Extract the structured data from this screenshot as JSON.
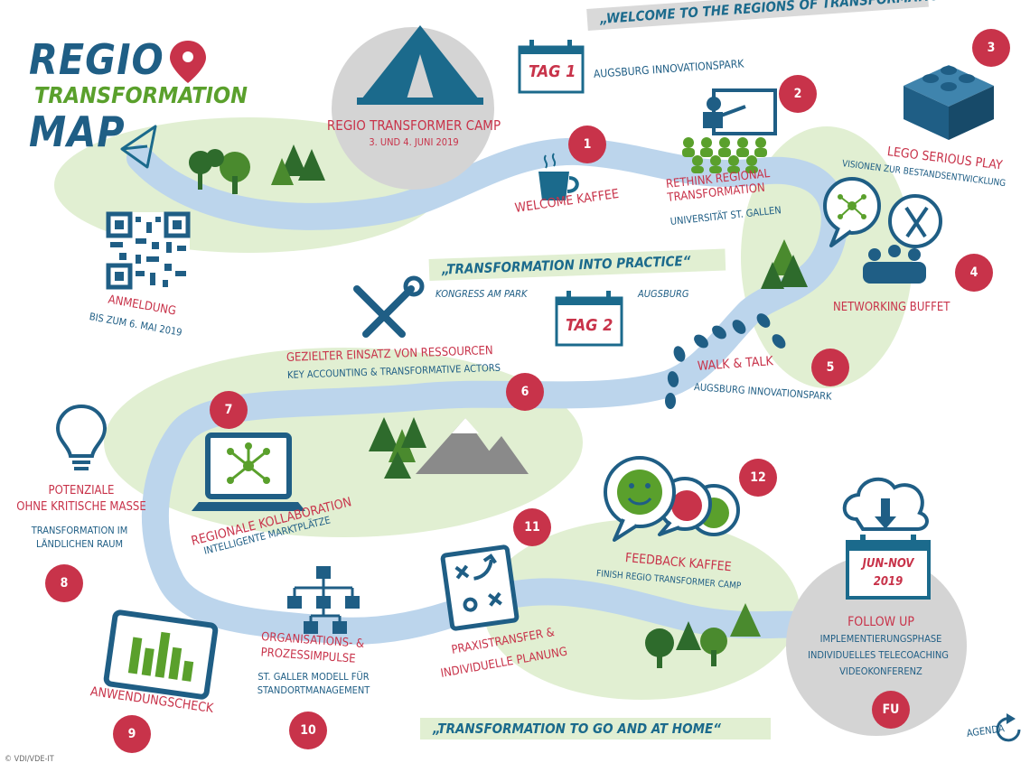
{
  "brand": {
    "title_line1": "REGIO",
    "title_line2": "TRANSFORMATION",
    "title_line3": "MAP"
  },
  "camp": {
    "title": "REGIO TRANSFORMER CAMP",
    "dates": "3. UND 4. JUNI 2019"
  },
  "day1": {
    "tag": "TAG 1",
    "banner": "„WELCOME TO THE REGIONS OF TRANSFORMATION“",
    "location": "AUGSBURG INNOVATIONSPARK"
  },
  "day2": {
    "tag": "TAG 2",
    "banner": "„TRANSFORMATION INTO PRACTICE“",
    "venue": "KONGRESS AM PARK",
    "city": "AUGSBURG"
  },
  "registration": {
    "title": "ANMELDUNG",
    "deadline": "BIS ZUM 6. MAI 2019"
  },
  "stations": [
    {
      "number": "1",
      "title": "WELCOME KAFFEE",
      "subtitle": ""
    },
    {
      "number": "2",
      "title": "RETHINK REGIONAL TRANSFORMATION",
      "subtitle": "UNIVERSITÄT ST. GALLEN"
    },
    {
      "number": "3",
      "title": "LEGO SERIOUS PLAY",
      "subtitle": "VISIONEN ZUR BESTANDSENTWICKLUNG"
    },
    {
      "number": "4",
      "title": "NETWORKING BUFFET",
      "subtitle": ""
    },
    {
      "number": "5",
      "title": "WALK & TALK",
      "subtitle": "AUGSBURG INNOVATIONSPARK"
    },
    {
      "number": "6",
      "title": "GEZIELTER EINSATZ VON RESSOURCEN",
      "subtitle": "KEY ACCOUNTING & TRANSFORMATIVE ACTORS"
    },
    {
      "number": "7",
      "title": "REGIONALE KOLLABORATION",
      "subtitle": "INTELLIGENTE MARKTPLÄTZE"
    },
    {
      "number": "8",
      "title_line1": "POTENZIALE",
      "title_line2": "OHNE KRITISCHE MASSE",
      "subtitle_line1": "TRANSFORMATION IM",
      "subtitle_line2": "LÄNDLICHEN RAUM"
    },
    {
      "number": "9",
      "title": "ANWENDUNGSCHECK",
      "subtitle": ""
    },
    {
      "number": "10",
      "title_line1": "ORGANISATIONS- &",
      "title_line2": "PROZESSIMPULSE",
      "subtitle_line1": "ST. GALLER MODELL FÜR",
      "subtitle_line2": "STANDORTMANAGEMENT"
    },
    {
      "number": "11",
      "title_line1": "PRAXISTRANSFER &",
      "title_line2": "INDIVIDUELLE PLANUNG",
      "subtitle": ""
    },
    {
      "number": "12",
      "title": "FEEDBACK KAFFEE",
      "subtitle": "FINISH REGIO TRANSFORMER CAMP"
    }
  ],
  "followup": {
    "badge": "FU",
    "period": "JUN-NOV",
    "year": "2019",
    "title": "FOLLOW UP",
    "items": [
      "IMPLEMENTIERUNGSPHASE",
      "INDIVIDUELLES TELECOACHING",
      "VIDEOKONFERENZ"
    ]
  },
  "bottom_banner": "„TRANSFORMATION TO GO AND AT HOME“",
  "agenda_link": "AGENDA",
  "copyright": "© VDI/VDE-IT",
  "colors": {
    "accent_red": "#c8334a",
    "primary_blue": "#1b6a8c",
    "green": "#5aa02c",
    "river": "#bcd5ec",
    "meadow": "#e1efd2",
    "grey": "#d4d4d4"
  }
}
